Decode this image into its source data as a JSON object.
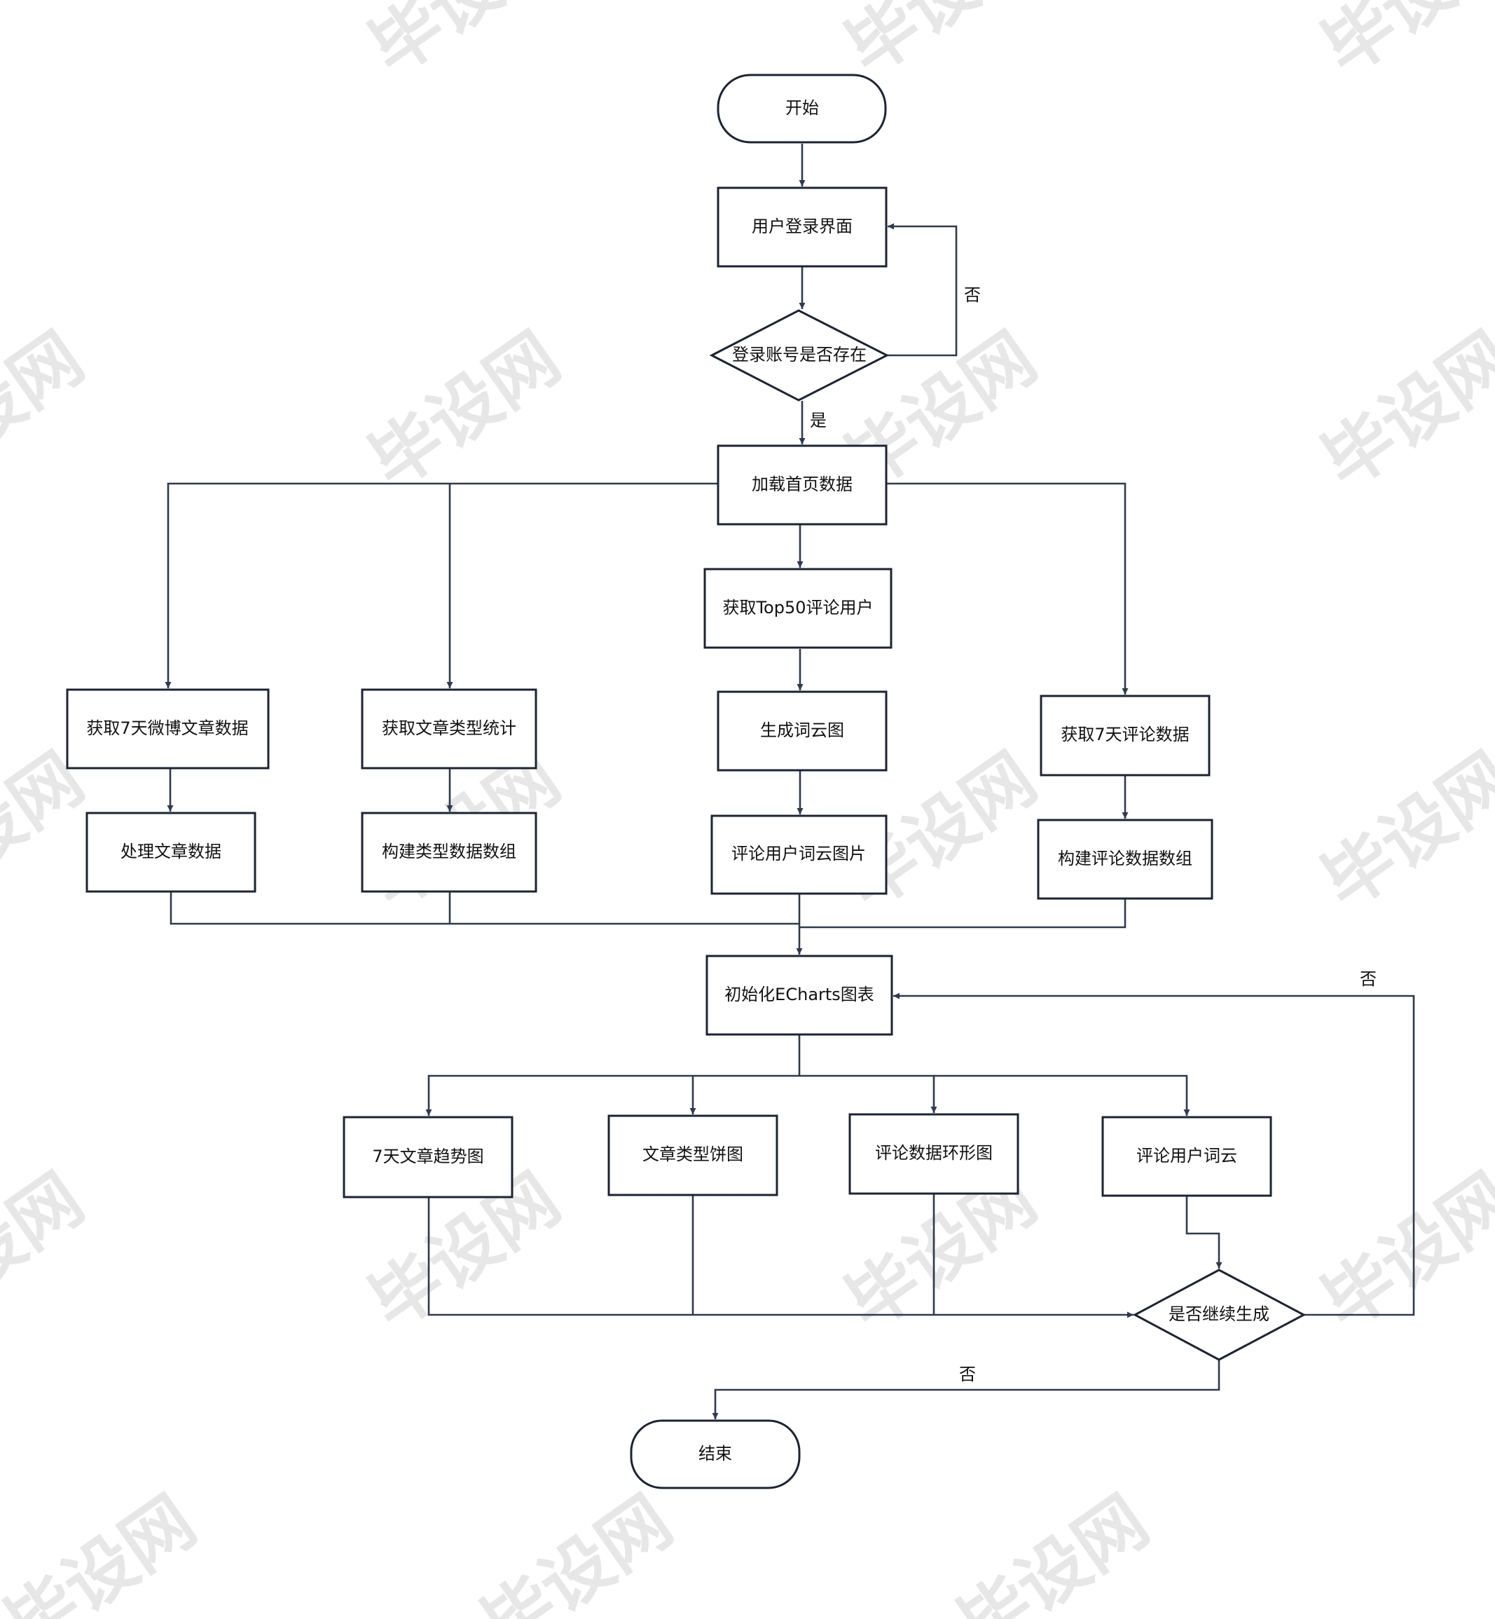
{
  "watermark": "毕设网",
  "nodes": {
    "start": "开始",
    "login_page": "用户登录界面",
    "account_check": "登录账号是否存在",
    "load_home": "加载首页数据",
    "top50_users": "获取Top50评论用户",
    "gen_wordcloud": "生成词云图",
    "wordcloud_image": "评论用户词云图片",
    "weibo_7day": "获取7天微博文章数据",
    "process_articles": "处理文章数据",
    "type_stats": "获取文章类型统计",
    "build_type_array": "构建类型数据数组",
    "comments_7day": "获取7天评论数据",
    "build_comment_array": "构建评论数据数组",
    "init_echarts": "初始化ECharts图表",
    "trend_chart": "7天文章趋势图",
    "type_pie": "文章类型饼图",
    "comment_ring": "评论数据环形图",
    "user_wordcloud": "评论用户词云",
    "continue_check": "是否继续生成",
    "end": "结束"
  },
  "edge_labels": {
    "account_no": "否",
    "account_yes": "是",
    "continue_no_loop": "否",
    "continue_no_end": "否"
  }
}
